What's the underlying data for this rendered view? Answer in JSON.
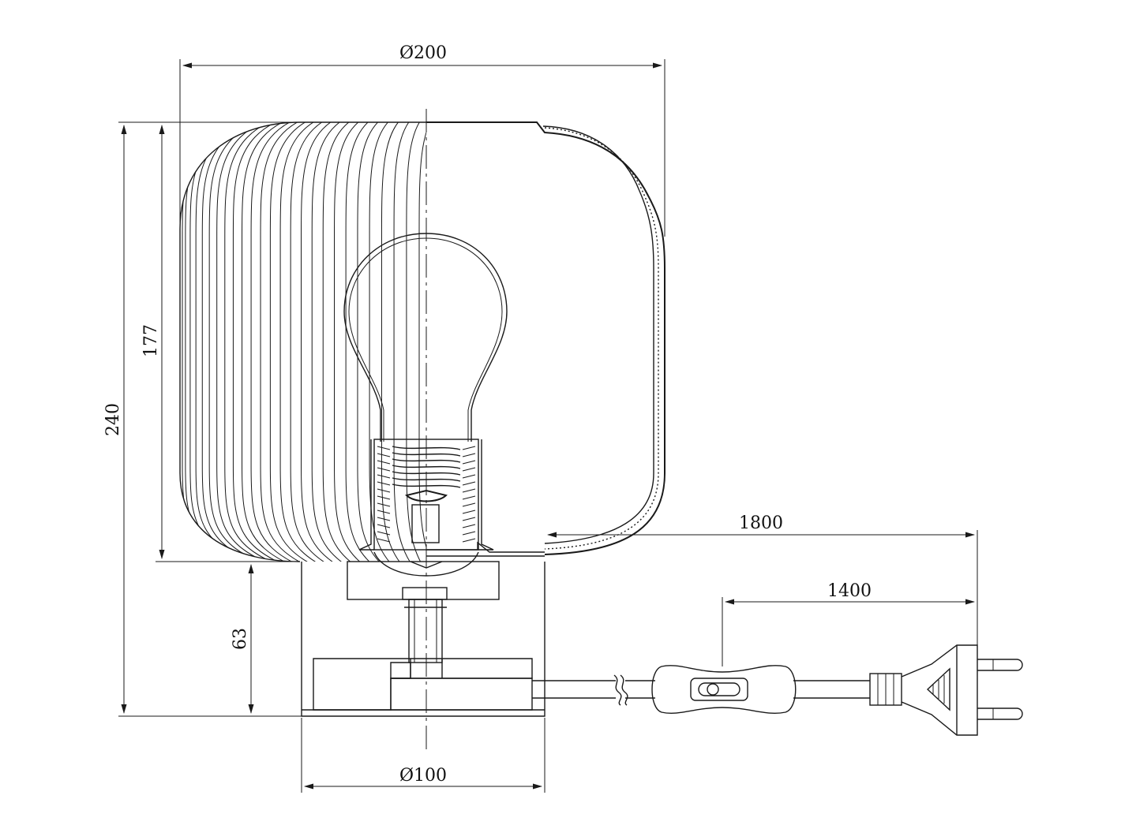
{
  "drawing": {
    "dimensions": {
      "shade_diameter": "Ø200",
      "total_height": "240",
      "shade_height": "177",
      "base_height": "63",
      "base_diameter": "Ø100",
      "cable_length": "1800",
      "switch_to_plug_length": "1400"
    },
    "colors": {
      "line": "#1a1a1a",
      "background": "#ffffff"
    }
  }
}
